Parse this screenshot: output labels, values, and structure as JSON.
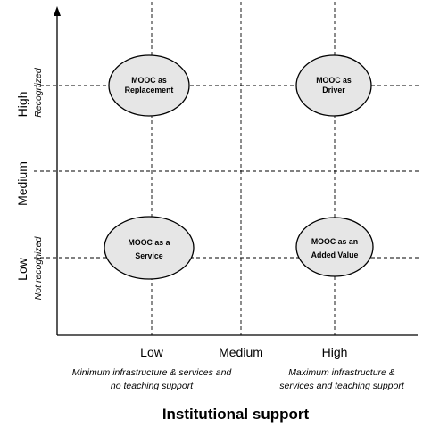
{
  "x_axis": {
    "title": "Institutional support",
    "levels": [
      {
        "label": "Low",
        "note_lines": [
          "Minimum infrastructure & services and",
          "no teaching support"
        ]
      },
      {
        "label": "Medium",
        "note_lines": []
      },
      {
        "label": "High",
        "note_lines": [
          "Maximum infrastructure &",
          "services and teaching support"
        ]
      }
    ]
  },
  "y_axis": {
    "title": "",
    "levels": [
      {
        "label": "High",
        "note": "Recognized"
      },
      {
        "label": "Medium",
        "note": ""
      },
      {
        "label": "Low",
        "note": "Not recognized"
      }
    ]
  },
  "quadrants": [
    {
      "lines": [
        "MOOC as",
        "Replacement"
      ],
      "x_level": "Low",
      "y_level": "High"
    },
    {
      "lines": [
        "MOOC as",
        "Driver"
      ],
      "x_level": "High",
      "y_level": "High"
    },
    {
      "lines": [
        "MOOC as a",
        "Service"
      ],
      "x_level": "Low",
      "y_level": "Low"
    },
    {
      "lines": [
        "MOOC as an",
        "Added Value"
      ],
      "x_level": "High",
      "y_level": "Low"
    }
  ]
}
